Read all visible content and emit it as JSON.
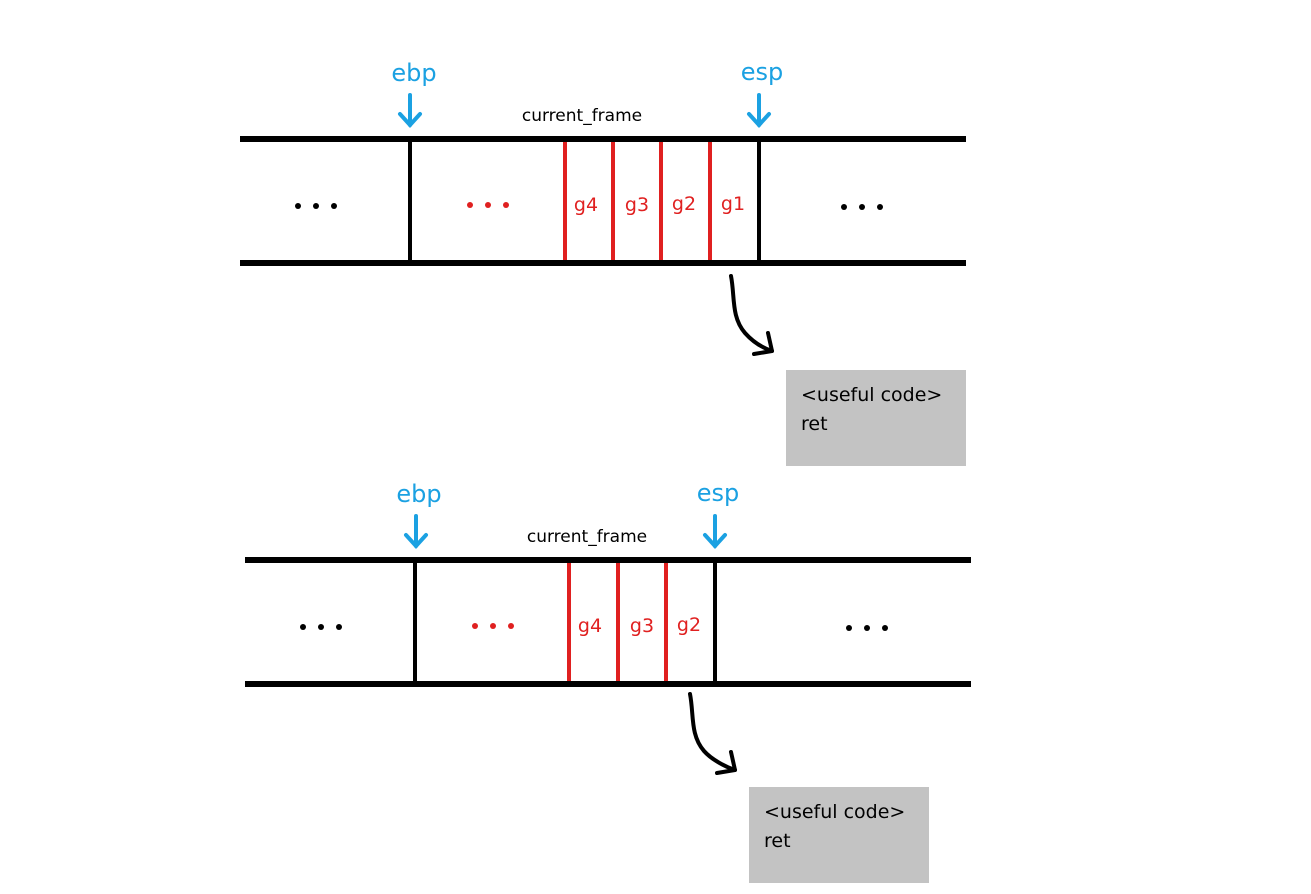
{
  "diagrams": [
    {
      "ebp_label": "ebp",
      "esp_label": "esp",
      "frame_label": "current_frame",
      "slots": [
        "g4",
        "g3",
        "g2",
        "g1"
      ],
      "code_lines": [
        "<useful code>",
        "ret"
      ]
    },
    {
      "ebp_label": "ebp",
      "esp_label": "esp",
      "frame_label": "current_frame",
      "slots": [
        "g4",
        "g3",
        "g2"
      ],
      "code_lines": [
        "<useful code>",
        "ret"
      ]
    }
  ],
  "colors": {
    "pointer": "#1ba1e2",
    "gadget": "#e02020",
    "stack": "#000000",
    "code_box": "#c3c3c3"
  }
}
